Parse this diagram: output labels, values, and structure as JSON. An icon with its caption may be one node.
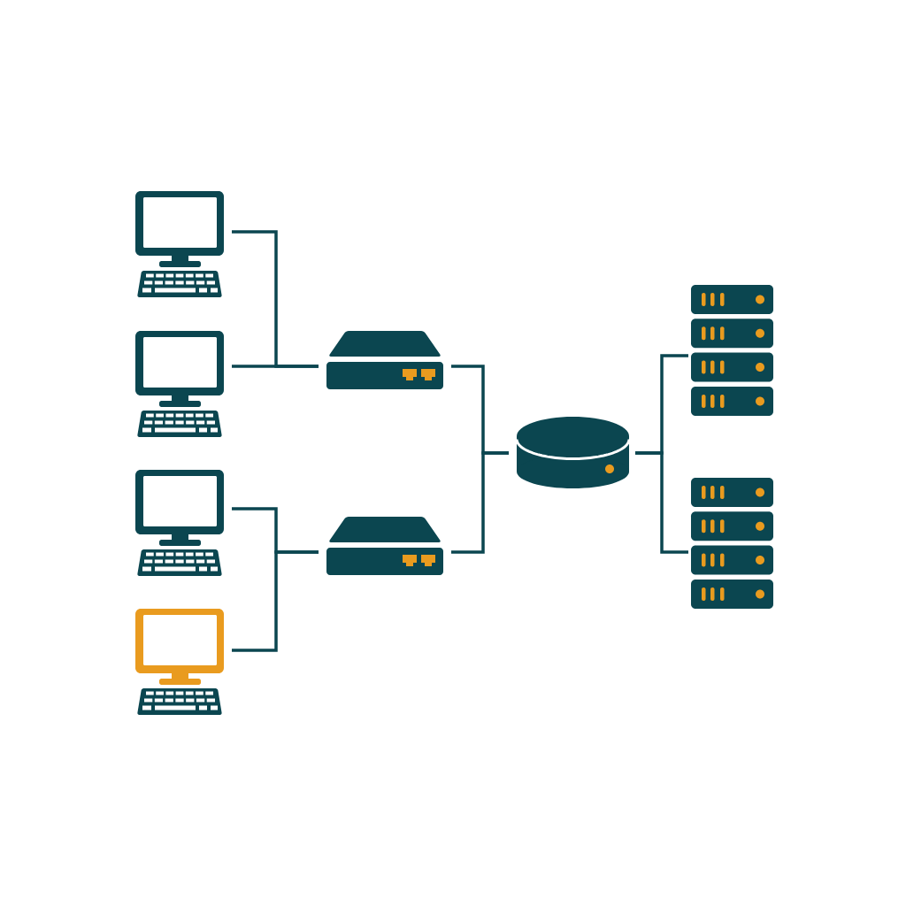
{
  "diagram": {
    "nodes": [
      {
        "text": [],
        "shape": "picture"
      },
      {
        "text": [],
        "shape": "picture"
      },
      {
        "text": [],
        "shape": "picture"
      },
      {
        "text": [],
        "shape": "picture"
      },
      {
        "text": [],
        "shape": "picture"
      },
      {
        "text": [],
        "shape": "picture"
      },
      {
        "text": [],
        "shape": "cylinder"
      },
      {
        "text": [],
        "shape": "picture"
      },
      {
        "text": [],
        "shape": "picture"
      }
    ],
    "edges": [
      {
        "from": 0,
        "to": 4,
        "arrow": "none"
      },
      {
        "from": 1,
        "to": 4,
        "arrow": "none"
      },
      {
        "from": 2,
        "to": 5,
        "arrow": "none"
      },
      {
        "from": 3,
        "to": 5,
        "arrow": "none"
      },
      {
        "from": 4,
        "to": 6,
        "arrow": "none"
      },
      {
        "from": 5,
        "to": 6,
        "arrow": "none"
      },
      {
        "from": 6,
        "to": 7,
        "arrow": "none"
      },
      {
        "from": 6,
        "to": 8,
        "arrow": "none"
      }
    ]
  }
}
